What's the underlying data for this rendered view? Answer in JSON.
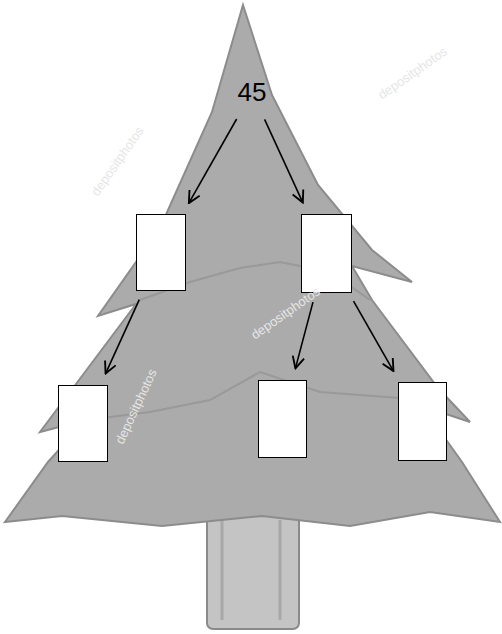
{
  "diagram": {
    "nodes": [
      {
        "text": [
          "45"
        ]
      },
      {
        "text": []
      },
      {
        "text": []
      },
      {
        "text": []
      },
      {
        "text": []
      },
      {
        "text": []
      }
    ],
    "edges": [
      {
        "from": 0,
        "to": 1,
        "arrow": "to"
      },
      {
        "from": 0,
        "to": 2,
        "arrow": "to"
      },
      {
        "from": 1,
        "to": 3,
        "arrow": "to"
      },
      {
        "from": 2,
        "to": 4,
        "arrow": "to"
      },
      {
        "from": 2,
        "to": 5,
        "arrow": "to"
      }
    ],
    "labels": [
      "depositphotos",
      "depositphotos",
      "depositphotos",
      "depositphotos"
    ]
  }
}
